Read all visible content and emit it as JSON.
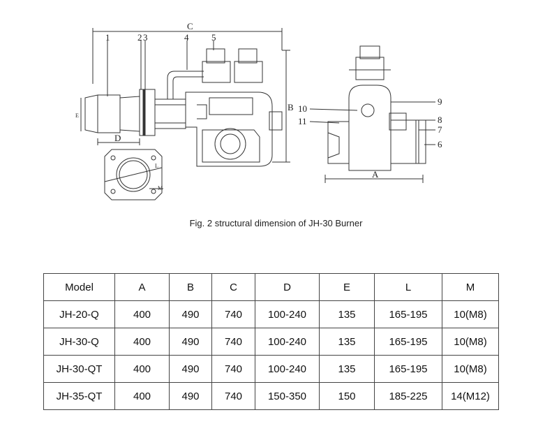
{
  "figure": {
    "caption": "Fig. 2 structural dimension of JH-30 Burner",
    "side_view_labels": [
      "1",
      "2",
      "3",
      "4",
      "5"
    ],
    "front_view_labels": [
      "6",
      "7",
      "8",
      "9",
      "10",
      "11"
    ],
    "dimension_labels": {
      "A": "A",
      "B": "B",
      "C": "C",
      "D": "D",
      "L": "L",
      "M": "M"
    }
  },
  "table": {
    "headers": [
      "Model",
      "A",
      "B",
      "C",
      "D",
      "E",
      "L",
      "M"
    ],
    "rows": [
      [
        "JH-20-Q",
        "400",
        "490",
        "740",
        "100-240",
        "135",
        "165-195",
        "10(M8)"
      ],
      [
        "JH-30-Q",
        "400",
        "490",
        "740",
        "100-240",
        "135",
        "165-195",
        "10(M8)"
      ],
      [
        "JH-30-QT",
        "400",
        "490",
        "740",
        "100-240",
        "135",
        "165-195",
        "10(M8)"
      ],
      [
        "JH-35-QT",
        "400",
        "490",
        "740",
        "150-350",
        "150",
        "185-225",
        "14(M12)"
      ]
    ]
  }
}
